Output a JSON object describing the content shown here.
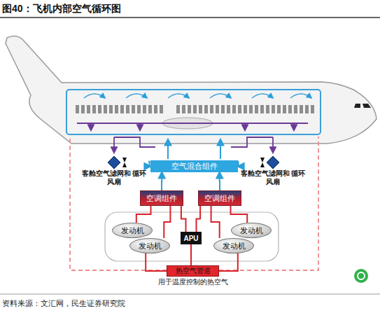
{
  "diagram": {
    "title": "图40：飞机内部空气循环图",
    "caption": "资料来源：文汇网，民生证券研究院",
    "nodes": [
      {
        "text": [
          "客舱空气滤网和 循环风扇"
        ]
      },
      {
        "text": [
          "空气混合组件"
        ]
      },
      {
        "text": [
          "客舱空气滤网和 循环风扇"
        ]
      },
      {
        "text": [
          "空调组件"
        ]
      },
      {
        "text": [
          "空调组件"
        ]
      },
      {
        "text": [
          "发动机"
        ]
      },
      {
        "text": [
          "发动机"
        ]
      },
      {
        "text": [
          "APU"
        ]
      },
      {
        "text": [
          "发动机"
        ]
      },
      {
        "text": [
          "发动机"
        ]
      },
      {
        "text": [
          "热空气管道"
        ]
      }
    ],
    "edges": [
      {
        "from": 0,
        "to": 1,
        "arrow": "to"
      },
      {
        "from": 2,
        "to": 1,
        "arrow": "to"
      },
      {
        "from": 3,
        "to": 1,
        "arrow": "to"
      },
      {
        "from": 4,
        "to": 1,
        "arrow": "to"
      },
      {
        "from": 5,
        "to": 3,
        "arrow": "none"
      },
      {
        "from": 8,
        "to": 3,
        "arrow": "none"
      },
      {
        "from": 7,
        "to": 3,
        "arrow": "none"
      },
      {
        "from": 7,
        "to": 4,
        "arrow": "none"
      },
      {
        "from": 6,
        "to": 4,
        "arrow": "none"
      },
      {
        "from": 9,
        "to": 4,
        "arrow": "none"
      },
      {
        "from": 8,
        "to": 10,
        "arrow": "none"
      },
      {
        "from": 7,
        "to": 10,
        "arrow": "none"
      },
      {
        "from": 9,
        "to": 10,
        "arrow": "none"
      }
    ],
    "labels": [
      "用于温度控制的热空气"
    ]
  }
}
